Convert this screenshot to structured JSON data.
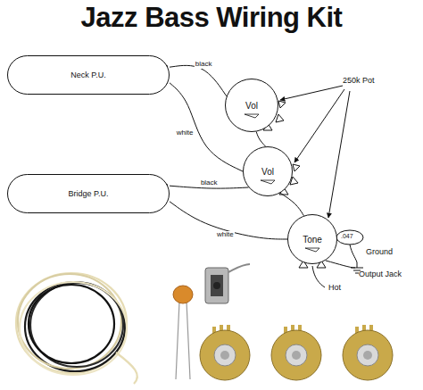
{
  "diagram": {
    "title": "Jazz Bass Wiring Kit",
    "nodes": [
      {
        "text": [
          "Neck P.U."
        ]
      },
      {
        "text": [
          "Bridge P.U."
        ]
      },
      {
        "text": [
          "Vol"
        ]
      },
      {
        "text": [
          "Vol"
        ]
      },
      {
        "text": [
          "Tone"
        ]
      }
    ],
    "edges": [
      {
        "from": 0,
        "to": 2,
        "arrow": "none",
        "label": "black"
      },
      {
        "from": 0,
        "to": 3,
        "arrow": "none",
        "label": "white"
      },
      {
        "from": 1,
        "to": 3,
        "arrow": "none",
        "label": "black"
      },
      {
        "from": 1,
        "to": 4,
        "arrow": "none",
        "label": "white"
      },
      {
        "from": 2,
        "to": 3,
        "arrow": "none"
      },
      {
        "from": 3,
        "to": 4,
        "arrow": "none"
      }
    ],
    "labels": [
      "250k Pot",
      ".047",
      "Ground",
      "Output Jack",
      "Hot"
    ]
  }
}
